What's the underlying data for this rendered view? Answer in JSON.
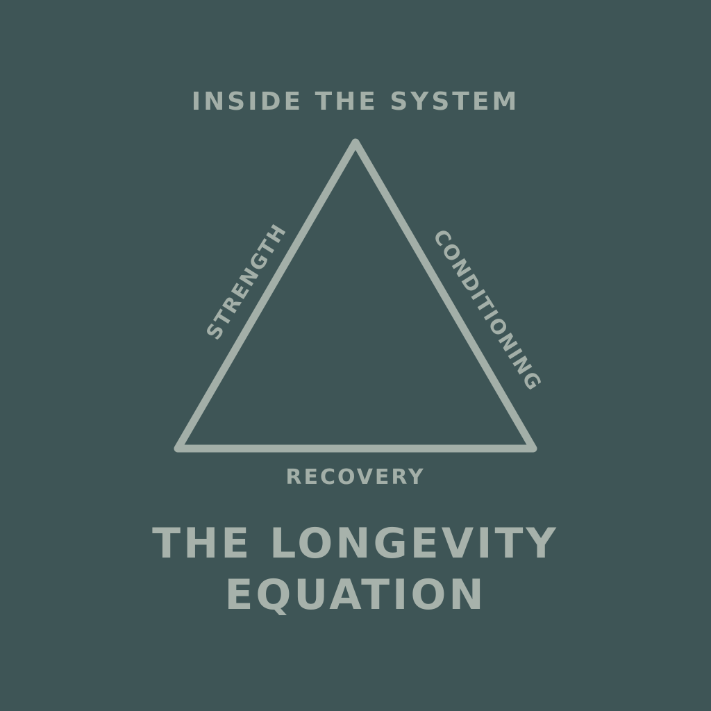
{
  "colors": {
    "background": "#3e5556",
    "foreground": "#a3afa8"
  },
  "header": {
    "text": "INSIDE THE SYSTEM"
  },
  "diagram": {
    "shape": "triangle",
    "sides": {
      "left": "STRENGTH",
      "right": "CONDITIONING",
      "bottom": "RECOVERY"
    }
  },
  "title": {
    "line1": "THE LONGEVITY",
    "line2": "EQUATION"
  }
}
